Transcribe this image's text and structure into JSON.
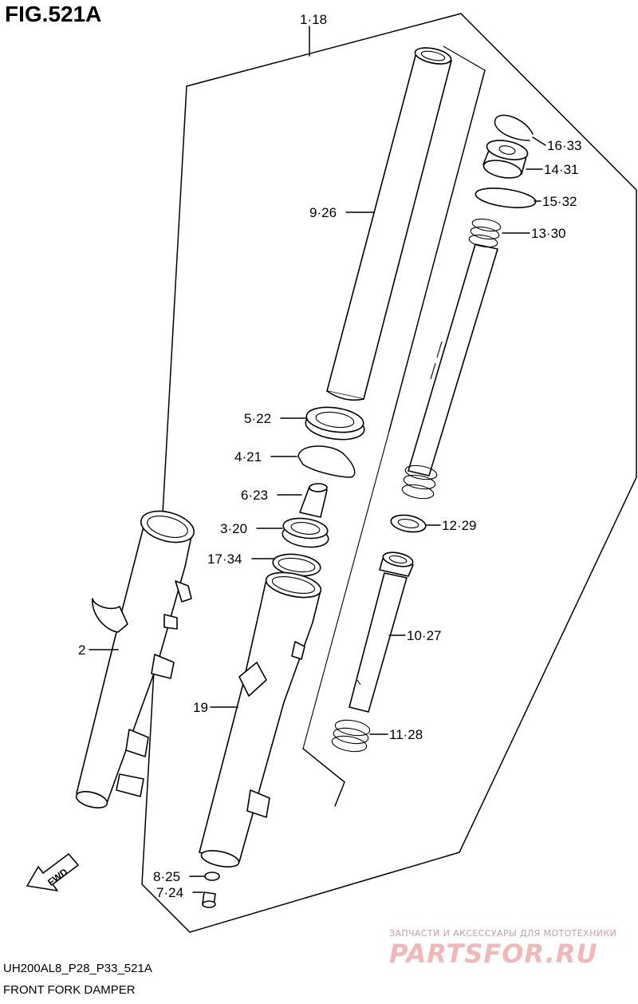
{
  "figure": {
    "title": "FIG.521A"
  },
  "callouts": {
    "assembly": "1·18",
    "p16": "16·33",
    "p14": "14·31",
    "p15": "15·32",
    "p13": "13·30",
    "p9": "9·26",
    "p5": "5·22",
    "p4": "4·21",
    "p6": "6·23",
    "p3": "3·20",
    "p17": "17·34",
    "p12": "12·29",
    "p10": "10·27",
    "p2": "2",
    "p19": "19",
    "p11": "11·28",
    "p8": "8·25",
    "p7": "7·24"
  },
  "fwd_label": "FWD",
  "footer": {
    "code": "UH200AL8_P28_P33_521A",
    "name": "FRONT FORK DAMPER"
  },
  "watermark": {
    "tagline": "ЗАПЧАСТИ И АКСЕССУАРЫ ДЛЯ МОТОТЕХНИКИ",
    "logo": "PARTSFOR.RU"
  }
}
